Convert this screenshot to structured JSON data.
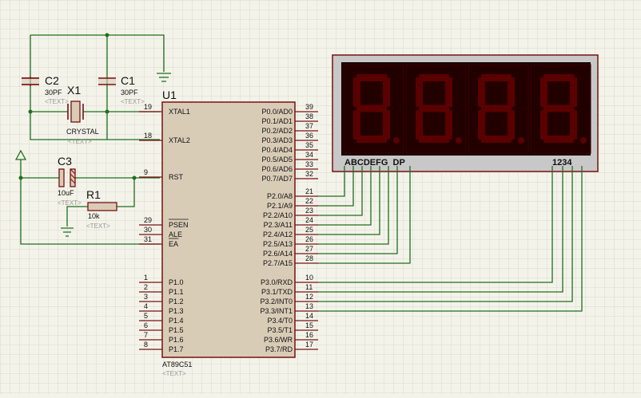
{
  "mcu": {
    "ref": "U1",
    "part": "AT89C51",
    "text": "<TEXT>",
    "left_pins": [
      {
        "num": "19",
        "name": "XTAL1"
      },
      {
        "num": "18",
        "name": "XTAL2"
      },
      {
        "num": "9",
        "name": "RST"
      },
      {
        "num": "29",
        "name": "PSEN"
      },
      {
        "num": "30",
        "name": "ALE"
      },
      {
        "num": "31",
        "name": "EA"
      },
      {
        "num": "1",
        "name": "P1.0"
      },
      {
        "num": "2",
        "name": "P1.1"
      },
      {
        "num": "3",
        "name": "P1.2"
      },
      {
        "num": "4",
        "name": "P1.3"
      },
      {
        "num": "5",
        "name": "P1.4"
      },
      {
        "num": "6",
        "name": "P1.5"
      },
      {
        "num": "7",
        "name": "P1.6"
      },
      {
        "num": "8",
        "name": "P1.7"
      }
    ],
    "right_pins": [
      {
        "num": "39",
        "name": "P0.0/AD0"
      },
      {
        "num": "38",
        "name": "P0.1/AD1"
      },
      {
        "num": "37",
        "name": "P0.2/AD2"
      },
      {
        "num": "36",
        "name": "P0.3/AD3"
      },
      {
        "num": "35",
        "name": "P0.4/AD4"
      },
      {
        "num": "34",
        "name": "P0.5/AD5"
      },
      {
        "num": "33",
        "name": "P0.6/AD6"
      },
      {
        "num": "32",
        "name": "P0.7/AD7"
      },
      {
        "num": "21",
        "name": "P2.0/A8"
      },
      {
        "num": "22",
        "name": "P2.1/A9"
      },
      {
        "num": "23",
        "name": "P2.2/A10"
      },
      {
        "num": "24",
        "name": "P2.3/A11"
      },
      {
        "num": "25",
        "name": "P2.4/A12"
      },
      {
        "num": "26",
        "name": "P2.5/A13"
      },
      {
        "num": "27",
        "name": "P2.6/A14"
      },
      {
        "num": "28",
        "name": "P2.7/A15"
      },
      {
        "num": "10",
        "name": "P3.0/RXD"
      },
      {
        "num": "11",
        "name": "P3.1/TXD"
      },
      {
        "num": "12",
        "name": "P3.2/INT0"
      },
      {
        "num": "13",
        "name": "P3.3/INT1"
      },
      {
        "num": "14",
        "name": "P3.4/T0"
      },
      {
        "num": "15",
        "name": "P3.5/T1"
      },
      {
        "num": "16",
        "name": "P3.6/WR"
      },
      {
        "num": "17",
        "name": "P3.7/RD"
      }
    ]
  },
  "components": {
    "c1": {
      "ref": "C1",
      "value": "30PF",
      "text": "<TEXT>"
    },
    "c2": {
      "ref": "C2",
      "value": "30PF",
      "text": "<TEXT>"
    },
    "x1": {
      "ref": "X1",
      "value": "CRYSTAL",
      "text": "<TEXT>"
    },
    "c3": {
      "ref": "C3",
      "value": "10uF",
      "text": "<TEXT>"
    },
    "r1": {
      "ref": "R1",
      "value": "10k",
      "text": "<TEXT>"
    }
  },
  "display": {
    "segment_label": "ABCDEFG  DP",
    "digit_label": "1234",
    "digit_count": 4,
    "body_color": "#1a0000",
    "segment_color": "#5a0000",
    "frame_color": "#c8c8c8",
    "border_color": "#7a1010"
  },
  "colors": {
    "background": "#f3f3e9",
    "grid": "#d9d9cf",
    "wire": "#1f6f1f",
    "chip_fill": "#d9ccb7",
    "chip_border": "#7a1010"
  }
}
